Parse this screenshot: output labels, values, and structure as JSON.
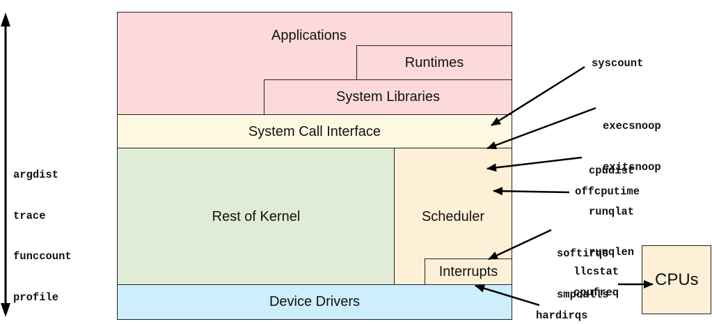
{
  "layers": {
    "applications": "Applications",
    "runtimes": "Runtimes",
    "system_libraries": "System Libraries",
    "system_call_interface": "System Call Interface",
    "rest_of_kernel": "Rest of Kernel",
    "scheduler": "Scheduler",
    "interrupts": "Interrupts",
    "device_drivers": "Device Drivers",
    "cpus": "CPUs"
  },
  "tools": {
    "left": [
      "argdist",
      "trace",
      "funccount",
      "profile"
    ],
    "syscount": "syscount",
    "snoop": [
      "execsnoop",
      "exitsnoop"
    ],
    "sched": [
      "cpudist",
      "runqlat",
      "runqlen"
    ],
    "offcputime": "offcputime",
    "irqs": [
      "softirqs",
      "smpcalls"
    ],
    "cpu_tools": [
      "llcstat",
      "cpufreq"
    ],
    "hardirqs": "hardirqs"
  },
  "colors": {
    "user": "#fdd9d9",
    "syscall": "#fef9e0",
    "kernel": "#e0ecd6",
    "scheduler": "#fdf0d6",
    "drivers": "#cdeefc"
  }
}
